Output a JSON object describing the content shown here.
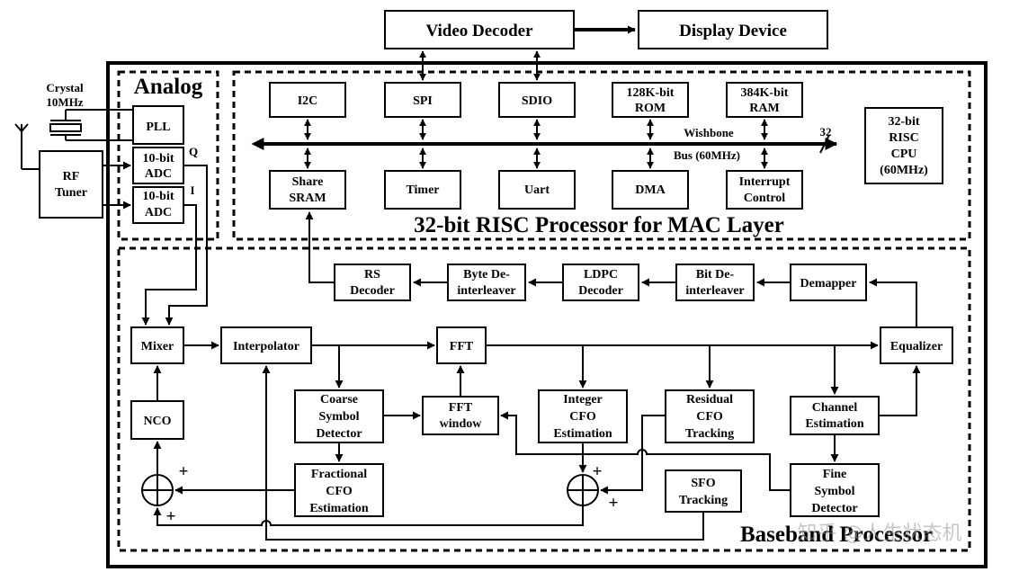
{
  "top": {
    "video_decoder": "Video Decoder",
    "display_device": "Display Device"
  },
  "analog": {
    "title": "Analog",
    "crystal": [
      "Crystal",
      "10MHz"
    ],
    "pll": "PLL",
    "adc_q": [
      "10-bit",
      "ADC"
    ],
    "adc_i": [
      "10-bit",
      "ADC"
    ],
    "q": "Q",
    "i": "I",
    "rf_tuner": [
      "RF",
      "Tuner"
    ]
  },
  "mac": {
    "title": "32-bit RISC Processor for MAC Layer",
    "i2c": "I2C",
    "spi": "SPI",
    "sdio": "SDIO",
    "rom": [
      "128K-bit",
      "ROM"
    ],
    "ram": [
      "384K-bit",
      "RAM"
    ],
    "sram": [
      "Share",
      "SRAM"
    ],
    "timer": "Timer",
    "uart": "Uart",
    "dma": "DMA",
    "interrupt": [
      "Interrupt",
      "Control"
    ],
    "wishbone": "Wishbone",
    "bus": "Bus (60MHz)",
    "bus_width": "32",
    "cpu": [
      "32-bit",
      "RISC",
      "CPU",
      "(60MHz)"
    ]
  },
  "baseband": {
    "title": "Baseband Processor",
    "rs": [
      "RS",
      "Decoder"
    ],
    "byte_deint": [
      "Byte De-",
      "interleaver"
    ],
    "ldpc": [
      "LDPC",
      "Decoder"
    ],
    "bit_deint": [
      "Bit De-",
      "interleaver"
    ],
    "demapper": "Demapper",
    "mixer": "Mixer",
    "interpolator": "Interpolator",
    "fft": "FFT",
    "equalizer": "Equalizer",
    "nco": "NCO",
    "coarse": [
      "Coarse",
      "Symbol",
      "Detector"
    ],
    "fft_window": [
      "FFT",
      "window"
    ],
    "integer_cfo": [
      "Integer",
      "CFO",
      "Estimation"
    ],
    "residual_cfo": [
      "Residual",
      "CFO",
      "Tracking"
    ],
    "channel": [
      "Channel",
      "Estimation"
    ],
    "fractional": [
      "Fractional",
      "CFO",
      "Estimation"
    ],
    "sfo": [
      "SFO",
      "Tracking"
    ],
    "fine": [
      "Fine",
      "Symbol",
      "Detector"
    ],
    "plus": "+"
  },
  "watermark": "知乎 @人生状态机"
}
